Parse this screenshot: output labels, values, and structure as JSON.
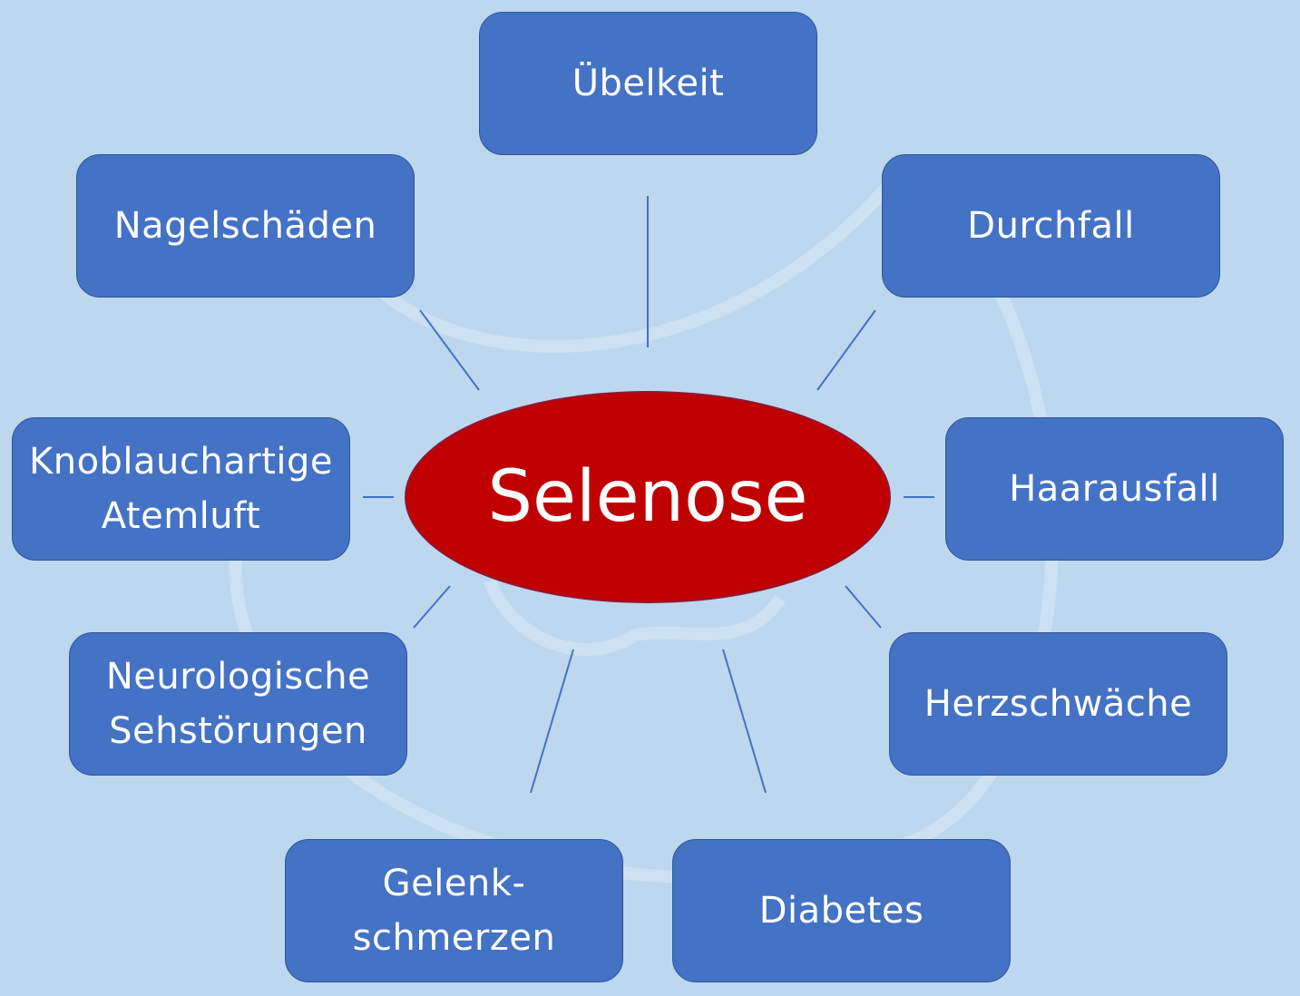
{
  "center": {
    "label": "Selenose",
    "color": "#c00000"
  },
  "nodes": [
    {
      "id": "uebelkeit",
      "label": "Übelkeit"
    },
    {
      "id": "durchfall",
      "label": "Durchfall"
    },
    {
      "id": "haarausfall",
      "label": "Haarausfall"
    },
    {
      "id": "herzschwaeche",
      "label": "Herzschwäche"
    },
    {
      "id": "diabetes",
      "label": "Diabetes"
    },
    {
      "id": "gelenkschmerzen",
      "label": "Gelenk-\nschmerzen"
    },
    {
      "id": "neurologische-sehstoerungen",
      "label": "Neurologische\nSehstörungen"
    },
    {
      "id": "knoblauchartige-atemluft",
      "label": "Knoblauchartige\nAtemluft"
    },
    {
      "id": "nagelschaeden",
      "label": "Nagelschäden"
    }
  ],
  "colors": {
    "background": "#bdd7ee",
    "node_fill": "#4472c4",
    "connector": "#4472c4"
  }
}
